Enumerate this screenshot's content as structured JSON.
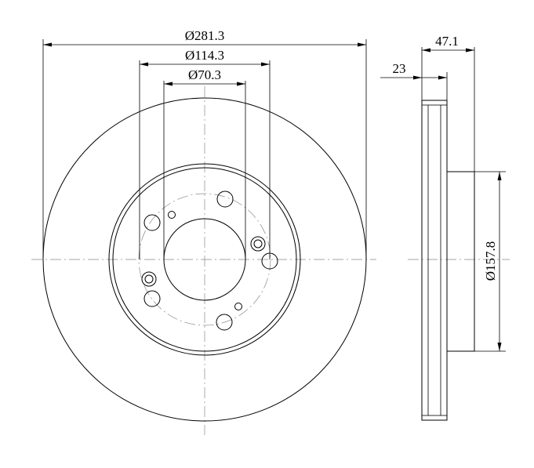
{
  "dimensions": {
    "outer_diameter": "Ø281.3",
    "bolt_circle": "Ø114.3",
    "center_bore": "Ø70.3",
    "hat_diameter": "Ø157.8",
    "total_height": "47.1",
    "disc_thickness": "23"
  },
  "colors": {
    "line": "#000000",
    "centerline": "#888888",
    "background": "#ffffff"
  }
}
